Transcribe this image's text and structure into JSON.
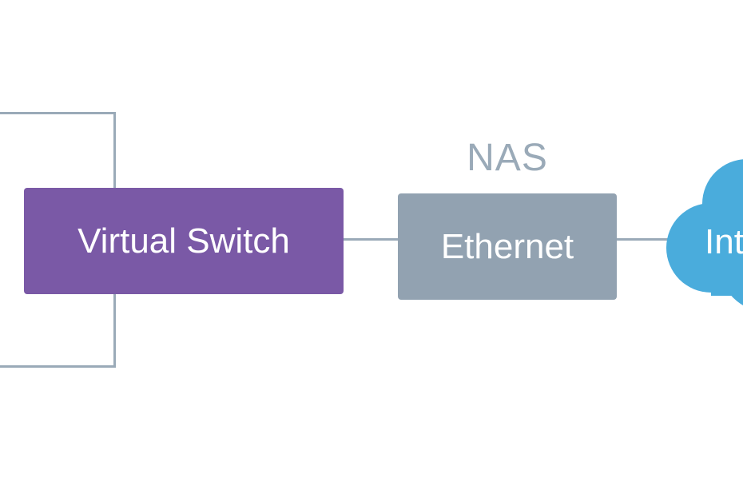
{
  "nodes": {
    "virtual_switch": {
      "label": "Virtual Switch",
      "color": "#7a59a6"
    },
    "ethernet": {
      "label": "Ethernet",
      "color": "#92a2b1"
    },
    "internet": {
      "label": "Int",
      "color": "#4aacdc"
    }
  },
  "group_label": {
    "text": "NAS",
    "color": "#9aaab8"
  },
  "line_color": "#9aaab8"
}
